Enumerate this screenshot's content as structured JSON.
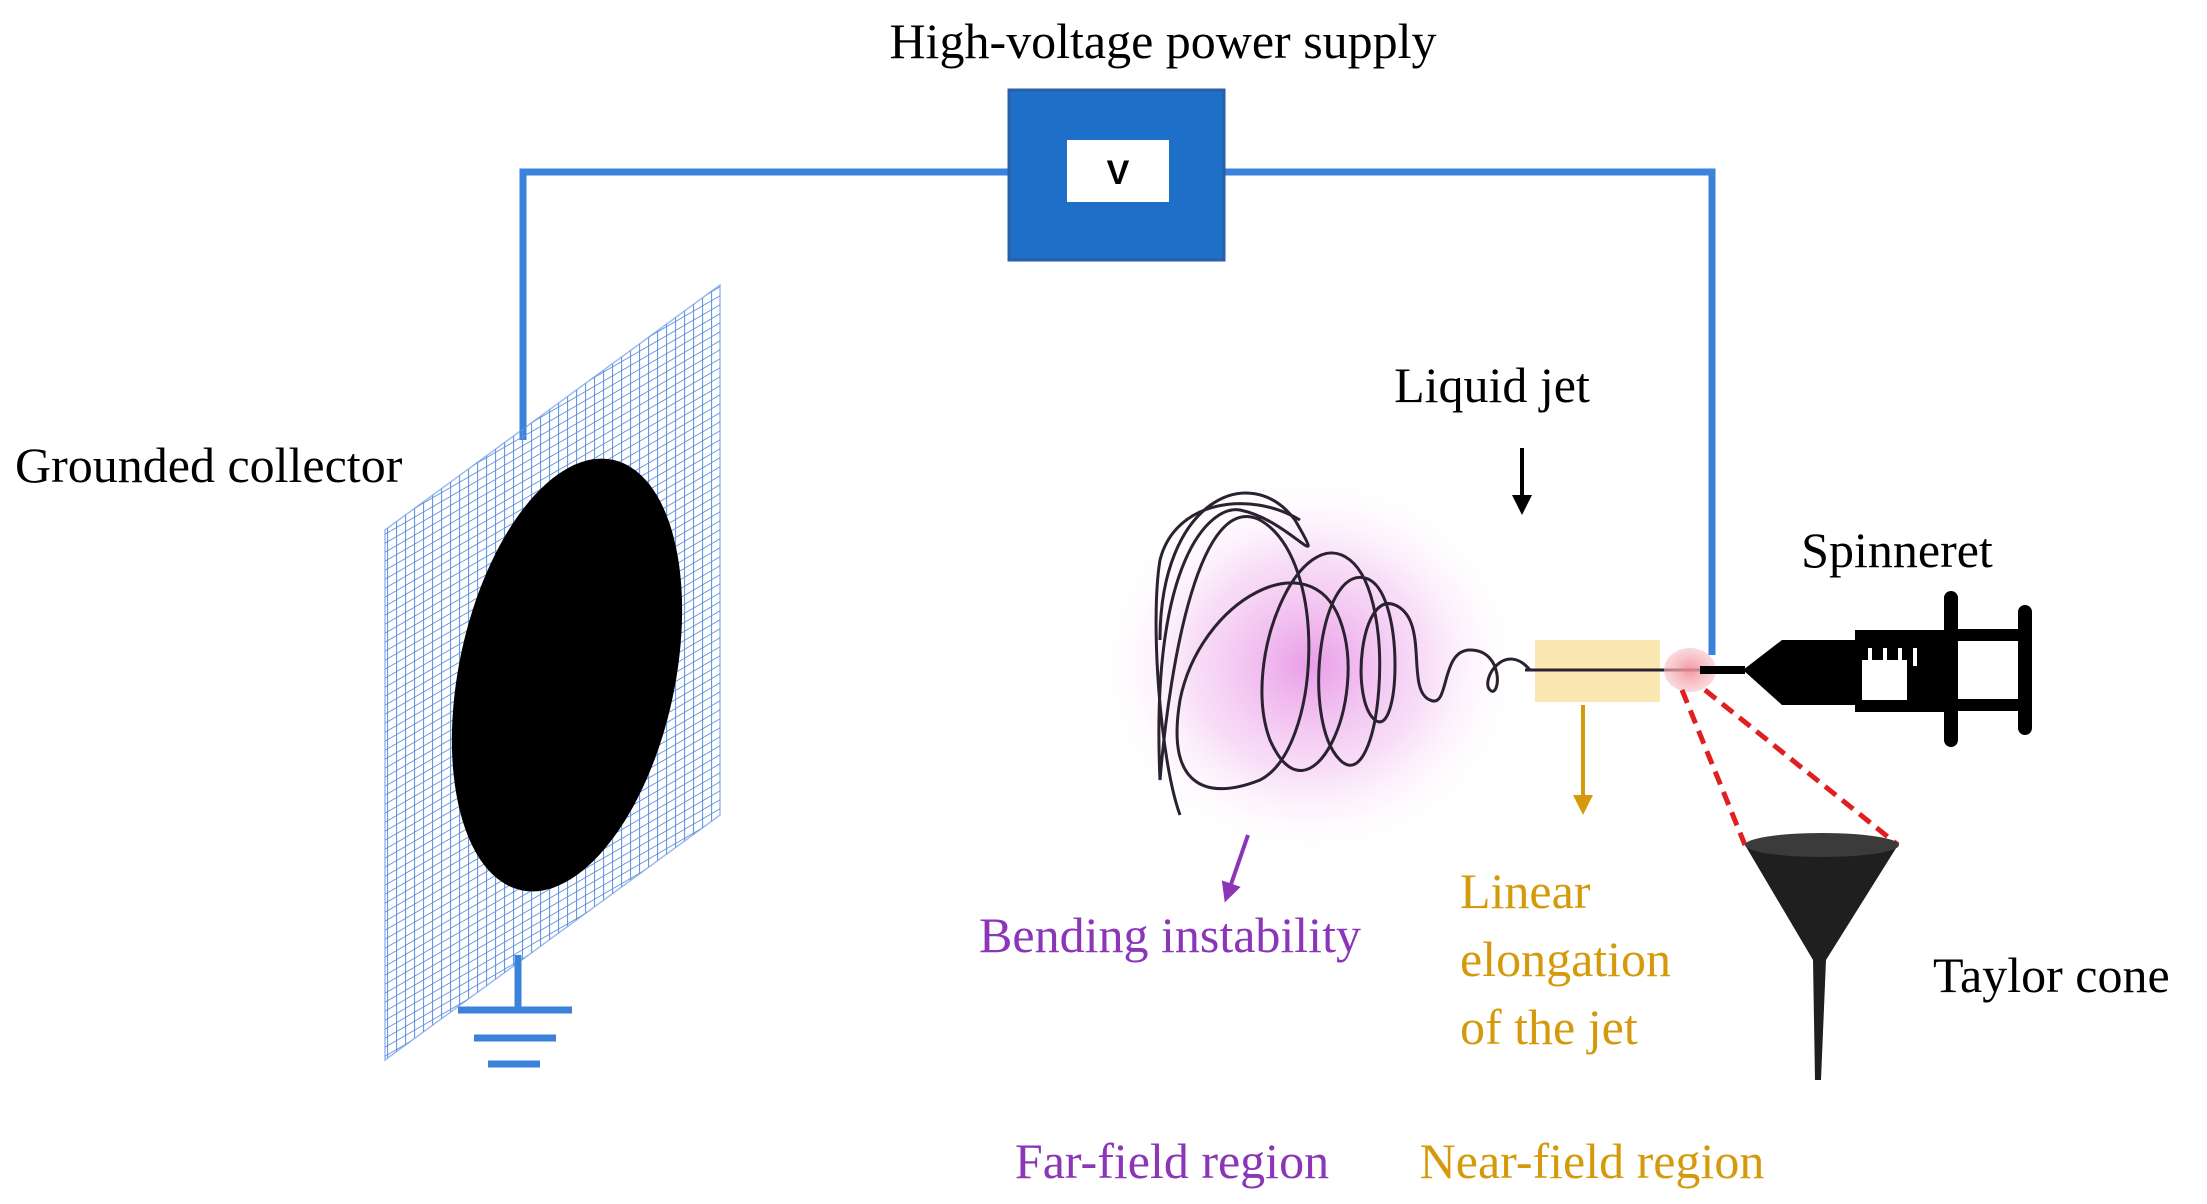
{
  "labels": {
    "power_supply": "High-voltage power supply",
    "voltmeter": "V",
    "collector": "Grounded collector",
    "liquid_jet": "Liquid jet",
    "spinneret": "Spinneret",
    "bending": "Bending instability",
    "linear_line1": "Linear",
    "linear_line2": "elongation",
    "linear_line3": "of the jet",
    "taylor_cone": "Taylor cone",
    "far_field": "Far-field region",
    "near_field": "Near-field region"
  },
  "colors": {
    "wire": "#3a82dc",
    "power_box": "#1d6fc7",
    "mesh": "#5b8fe0",
    "collector_disc": "#000000",
    "jet": "#2a2230",
    "bending_glow": "#e68ee6",
    "near_field_band": "#fbe7b2",
    "taylor_glow": "#f3a0a8",
    "zoom_lines": "#e02020",
    "purple_text": "#8b35b8",
    "gold_text": "#d59a0c",
    "text": "#000000"
  }
}
